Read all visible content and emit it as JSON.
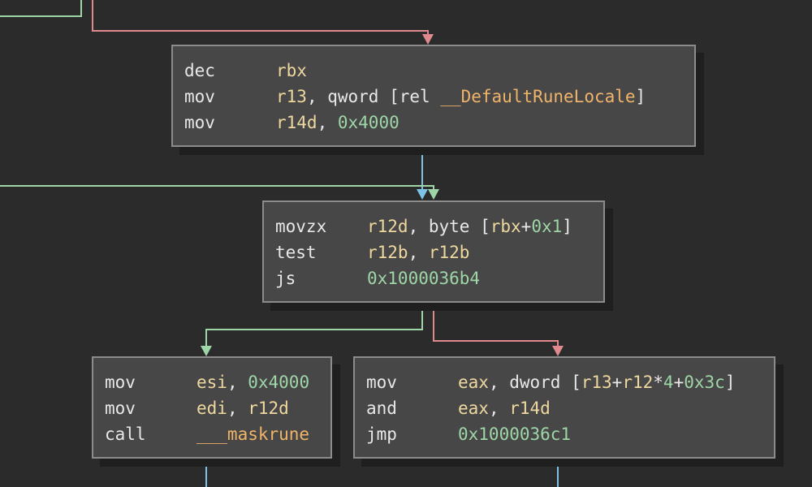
{
  "colors": {
    "background": "#2b2b2b",
    "block_fill": "#474747",
    "block_border": "#8c8c8c",
    "edge_true": "#9fd6a8",
    "edge_false": "#e08a8f",
    "edge_unconditional": "#7ec3e6",
    "register": "#efd8a0",
    "number": "#9fd6a8",
    "symbol": "#f0b46a",
    "text": "#e8e8e8"
  },
  "blocks": [
    {
      "id": "block-1",
      "lines": [
        {
          "mnemonic": "dec",
          "operands": [
            {
              "t": "rbx",
              "k": "reg"
            }
          ]
        },
        {
          "mnemonic": "mov",
          "operands": [
            {
              "t": "r13",
              "k": "reg"
            },
            {
              "t": ", qword [rel ",
              "k": "pun"
            },
            {
              "t": "__DefaultRuneLocale",
              "k": "sym"
            },
            {
              "t": "]",
              "k": "pun"
            }
          ]
        },
        {
          "mnemonic": "mov",
          "operands": [
            {
              "t": "r14d",
              "k": "reg"
            },
            {
              "t": ", ",
              "k": "pun"
            },
            {
              "t": "0x4000",
              "k": "num"
            }
          ]
        }
      ]
    },
    {
      "id": "block-2",
      "lines": [
        {
          "mnemonic": "movzx",
          "operands": [
            {
              "t": "r12d",
              "k": "reg"
            },
            {
              "t": ", byte [",
              "k": "pun"
            },
            {
              "t": "rbx",
              "k": "reg"
            },
            {
              "t": "+",
              "k": "pun"
            },
            {
              "t": "0x1",
              "k": "num"
            },
            {
              "t": "]",
              "k": "pun"
            }
          ]
        },
        {
          "mnemonic": "test",
          "operands": [
            {
              "t": "r12b",
              "k": "reg"
            },
            {
              "t": ", ",
              "k": "pun"
            },
            {
              "t": "r12b",
              "k": "reg"
            }
          ]
        },
        {
          "mnemonic": "js",
          "operands": [
            {
              "t": "0x1000036b4",
              "k": "num"
            }
          ]
        }
      ]
    },
    {
      "id": "block-3",
      "lines": [
        {
          "mnemonic": "mov",
          "operands": [
            {
              "t": "esi",
              "k": "reg"
            },
            {
              "t": ", ",
              "k": "pun"
            },
            {
              "t": "0x4000",
              "k": "num"
            }
          ]
        },
        {
          "mnemonic": "mov",
          "operands": [
            {
              "t": "edi",
              "k": "reg"
            },
            {
              "t": ", ",
              "k": "pun"
            },
            {
              "t": "r12d",
              "k": "reg"
            }
          ]
        },
        {
          "mnemonic": "call",
          "operands": [
            {
              "t": "___maskrune",
              "k": "sym"
            }
          ]
        }
      ]
    },
    {
      "id": "block-4",
      "lines": [
        {
          "mnemonic": "mov",
          "operands": [
            {
              "t": "eax",
              "k": "reg"
            },
            {
              "t": ", dword [",
              "k": "pun"
            },
            {
              "t": "r13",
              "k": "reg"
            },
            {
              "t": "+",
              "k": "pun"
            },
            {
              "t": "r12",
              "k": "reg"
            },
            {
              "t": "*",
              "k": "pun"
            },
            {
              "t": "4",
              "k": "num"
            },
            {
              "t": "+",
              "k": "pun"
            },
            {
              "t": "0x3c",
              "k": "num"
            },
            {
              "t": "]",
              "k": "pun"
            }
          ]
        },
        {
          "mnemonic": "and",
          "operands": [
            {
              "t": "eax",
              "k": "reg"
            },
            {
              "t": ", ",
              "k": "pun"
            },
            {
              "t": "r14d",
              "k": "reg"
            }
          ]
        },
        {
          "mnemonic": "jmp",
          "operands": [
            {
              "t": "0x1000036c1",
              "k": "num"
            }
          ]
        }
      ]
    }
  ]
}
